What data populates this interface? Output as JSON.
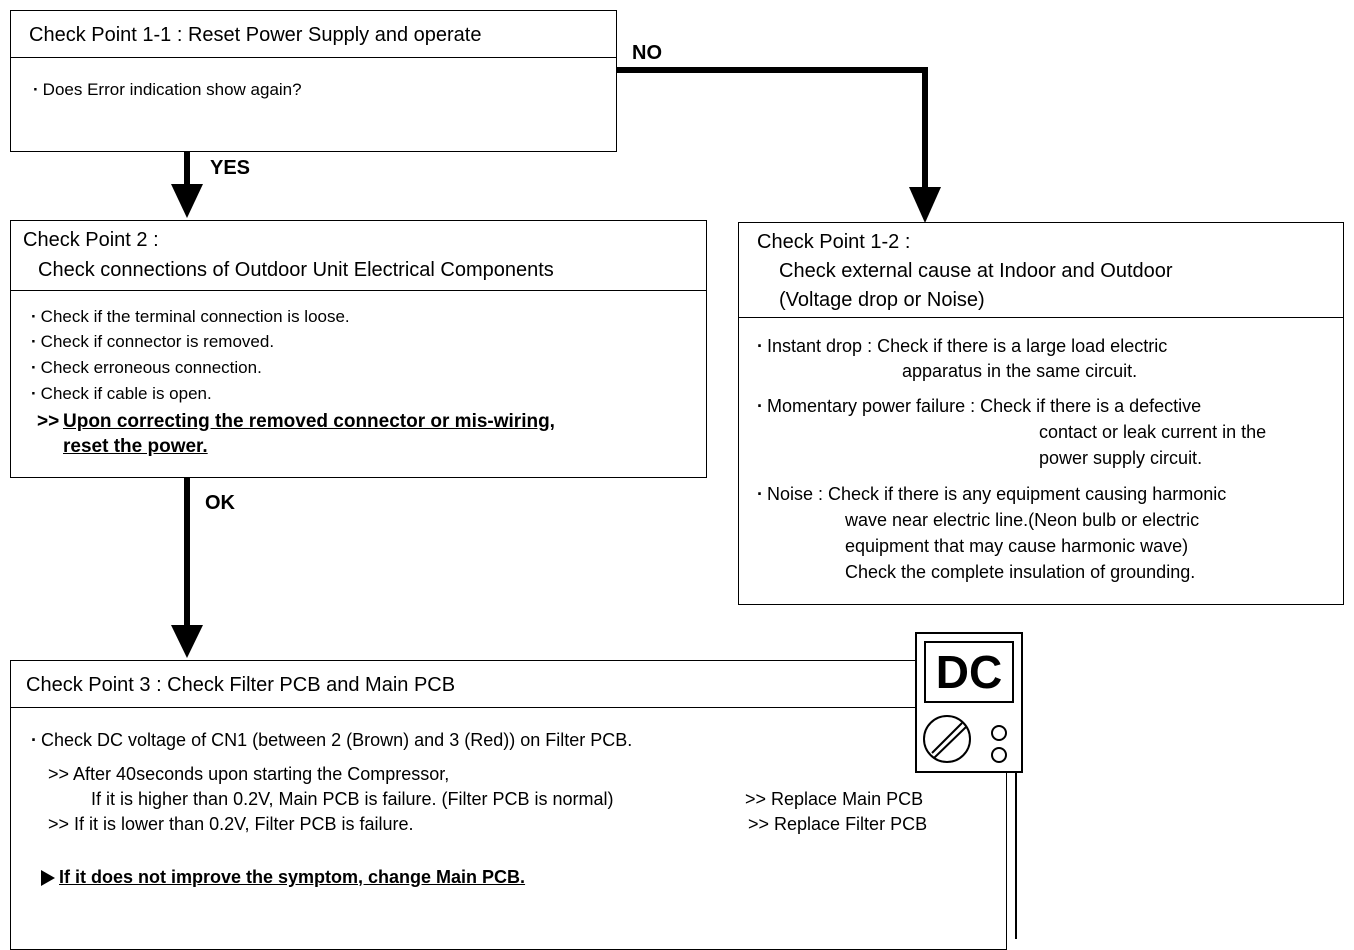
{
  "cp1_1": {
    "title": "Check Point 1-1 : Reset Power Supply and operate",
    "q": "Does Error indication show again?"
  },
  "labels": {
    "no": "NO",
    "yes": "YES",
    "ok": "OK"
  },
  "cp2": {
    "title1": "Check Point 2 :",
    "title2": "Check connections of Outdoor Unit Electrical Components",
    "items": [
      "Check if the terminal connection is loose.",
      "Check if connector is removed.",
      "Check erroneous connection.",
      "Check if cable is open."
    ],
    "action1": "Upon correcting the removed connector or mis-wiring,",
    "action2": "reset the power.",
    "action_prefix": ">>"
  },
  "cp1_2": {
    "title1": "Check Point 1-2 :",
    "title2": "Check external cause at Indoor and Outdoor",
    "title3": "(Voltage drop or Noise)",
    "instant1": "Instant drop : Check if there is a large load electric",
    "instant2": "apparatus in the same circuit.",
    "momentary1": "Momentary power failure : Check if there is a defective",
    "momentary2": "contact or leak current in the",
    "momentary3": "power supply circuit.",
    "noise1": "Noise : Check if there is any equipment causing harmonic",
    "noise2": "wave near electric line.(Neon bulb or electric",
    "noise3": "equipment that may cause harmonic wave)",
    "noise4": "Check the complete insulation of grounding."
  },
  "cp3": {
    "title": "Check Point 3 : Check Filter PCB and Main PCB",
    "line1": "Check DC voltage of CN1 (between 2 (Brown) and 3 (Red)) on Filter PCB.",
    "line2": ">> After 40seconds upon starting the Compressor,",
    "line3": "If it is higher than 0.2V, Main PCB is failure. (Filter PCB is normal)",
    "line3_action": ">> Replace Main PCB",
    "line4": ">> If it is lower than 0.2V, Filter PCB is failure.",
    "line4_action": ">> Replace Filter PCB",
    "final": "If it does not improve the symptom, change Main PCB."
  },
  "meter": {
    "display": "DC",
    "icon": "multimeter-icon"
  }
}
